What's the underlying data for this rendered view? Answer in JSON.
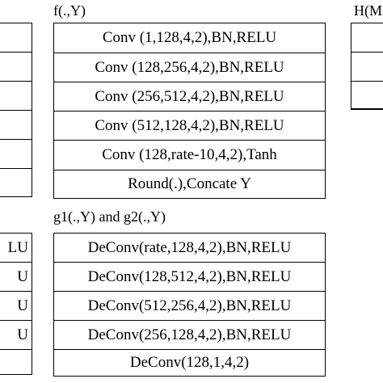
{
  "left_top": {
    "rows": [
      "",
      "",
      "",
      "",
      "",
      ""
    ]
  },
  "encoder": {
    "caption": "f(.,Y)",
    "layers": [
      "Conv (1,128,4,2),BN,RELU",
      "Conv (128,256,4,2),BN,RELU",
      "Conv (256,512,4,2),BN,RELU",
      "Conv (512,128,4,2),BN,RELU",
      "Conv (128,rate-10,4,2),Tanh",
      "Round(.),Concate Y"
    ]
  },
  "right_top": {
    "caption": "H(M",
    "rows": [
      "",
      "",
      ""
    ]
  },
  "left_bottom": {
    "rows": [
      "LU",
      "U",
      "U",
      "U",
      ""
    ]
  },
  "decoder": {
    "caption": "g1(.,Y) and g2(.,Y)",
    "layers": [
      "DeConv(rate,128,4,2),BN,RELU",
      "DeConv(128,512,4,2),BN,RELU",
      "DeConv(512,256,4,2),BN,RELU",
      "DeConv(256,128,4,2),BN,RELU",
      "DeConv(128,1,4,2)"
    ]
  }
}
